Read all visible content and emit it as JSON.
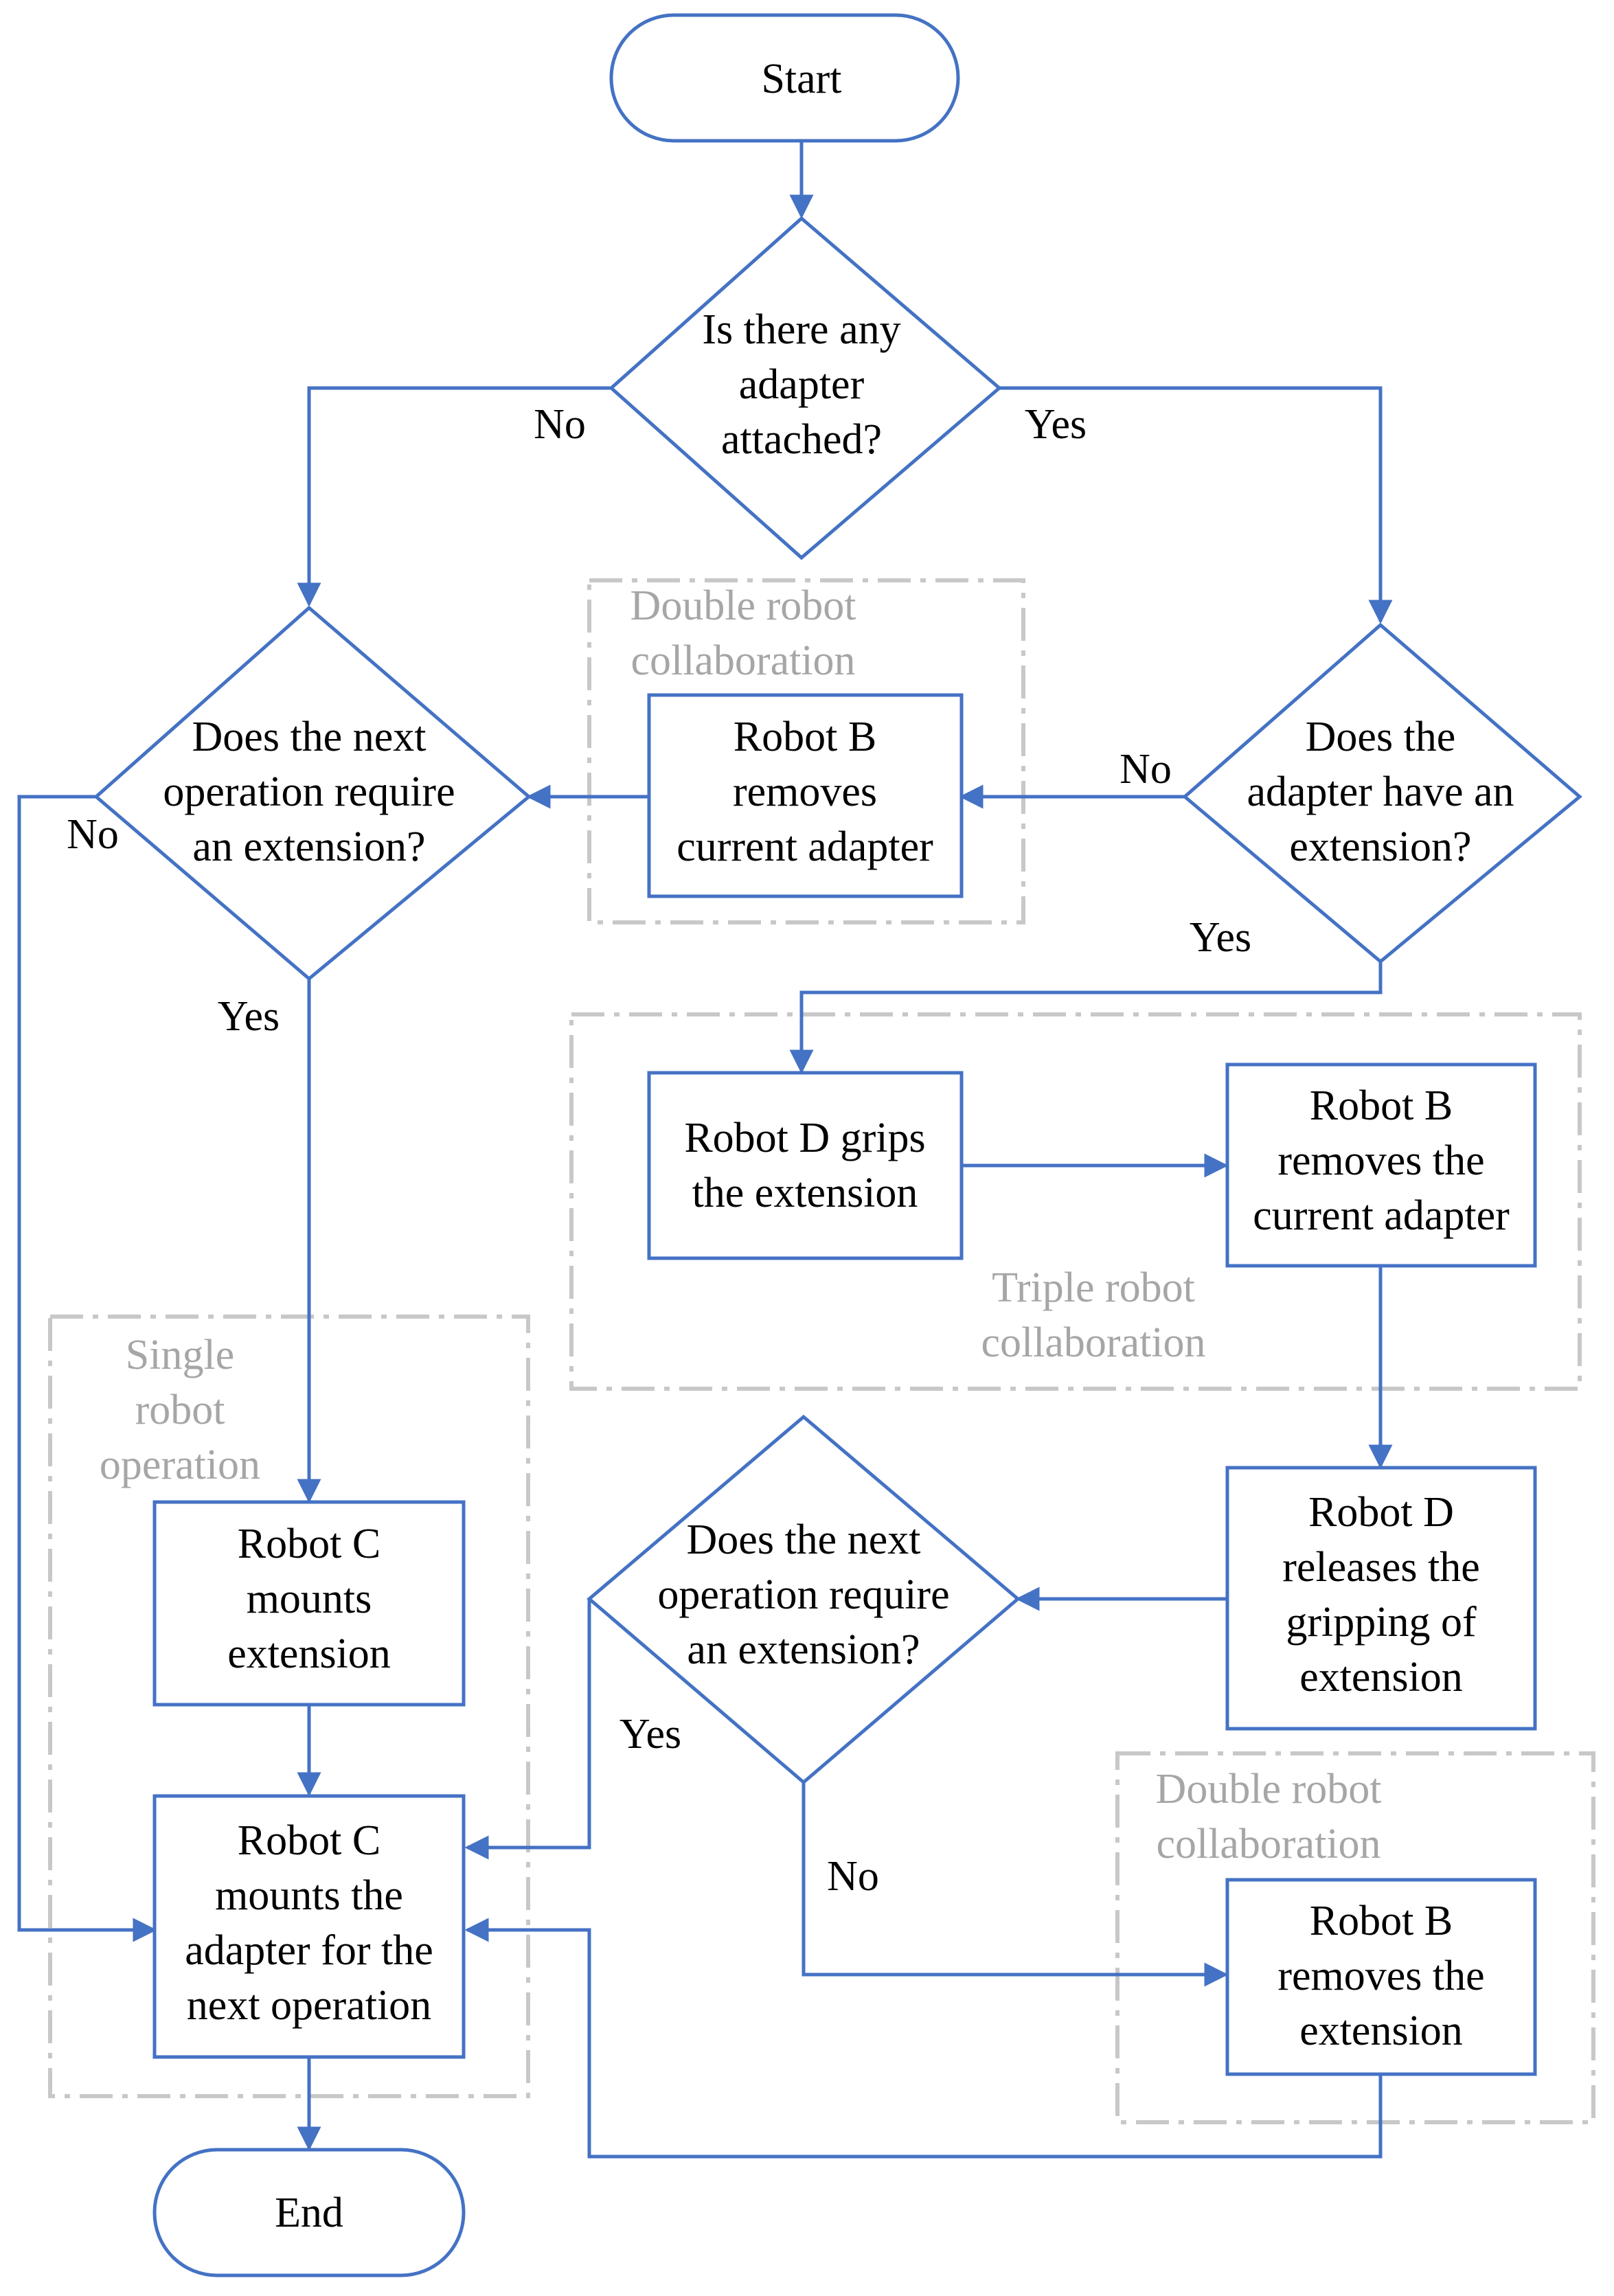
{
  "colors": {
    "shape_stroke": "#4472c4",
    "group_border": "#c8c8c8",
    "group_text": "#a6a6a6",
    "text": "#000000",
    "background": "#ffffff"
  },
  "nodes": {
    "start": {
      "type": "terminal",
      "lines": [
        "Start"
      ]
    },
    "d_any_adapter": {
      "type": "decision",
      "lines": [
        "Is there any",
        "adapter",
        "attached?"
      ]
    },
    "d_next_op_left": {
      "type": "decision",
      "lines": [
        "Does the next",
        "operation require",
        "an extension?"
      ]
    },
    "d_has_extension": {
      "type": "decision",
      "lines": [
        "Does the",
        "adapter have an",
        "extension?"
      ]
    },
    "p_b_removes_current": {
      "type": "process",
      "lines": [
        "Robot B",
        "removes",
        "current adapter"
      ]
    },
    "p_d_grips": {
      "type": "process",
      "lines": [
        "Robot D grips",
        "the extension"
      ]
    },
    "p_b_removes_the_current": {
      "type": "process",
      "lines": [
        "Robot B",
        "removes the",
        "current adapter"
      ]
    },
    "p_d_releases": {
      "type": "process",
      "lines": [
        "Robot D",
        "releases the",
        "gripping of",
        "extension"
      ]
    },
    "d_next_op_mid": {
      "type": "decision",
      "lines": [
        "Does the next",
        "operation require",
        "an extension?"
      ]
    },
    "p_b_removes_extension": {
      "type": "process",
      "lines": [
        "Robot B",
        "removes the",
        "extension"
      ]
    },
    "p_c_mounts_extension": {
      "type": "process",
      "lines": [
        "Robot C",
        "mounts",
        "extension"
      ]
    },
    "p_c_mounts_adapter": {
      "type": "process",
      "lines": [
        "Robot C",
        "mounts the",
        "adapter for the",
        "next operation"
      ]
    },
    "end": {
      "type": "terminal",
      "lines": [
        "End"
      ]
    }
  },
  "groups": {
    "double_top": {
      "lines": [
        "Double robot",
        "collaboration"
      ]
    },
    "triple": {
      "lines": [
        "Triple robot",
        "collaboration"
      ]
    },
    "single": {
      "lines": [
        "Single",
        "robot",
        "operation"
      ]
    },
    "double_bottom": {
      "lines": [
        "Double robot",
        "collaboration"
      ]
    }
  },
  "edges": [
    {
      "id": "e1",
      "from": "start",
      "to": "d_any_adapter",
      "label": ""
    },
    {
      "id": "e2",
      "from": "d_any_adapter",
      "to": "d_next_op_left",
      "label": "No"
    },
    {
      "id": "e3",
      "from": "d_any_adapter",
      "to": "d_has_extension",
      "label": "Yes"
    },
    {
      "id": "e4",
      "from": "d_has_extension",
      "to": "p_b_removes_current",
      "label": "No"
    },
    {
      "id": "e5",
      "from": "p_b_removes_current",
      "to": "d_next_op_left",
      "label": ""
    },
    {
      "id": "e6",
      "from": "d_has_extension",
      "to": "p_d_grips",
      "label": "Yes"
    },
    {
      "id": "e7",
      "from": "p_d_grips",
      "to": "p_b_removes_the_current",
      "label": ""
    },
    {
      "id": "e8",
      "from": "p_b_removes_the_current",
      "to": "p_d_releases",
      "label": ""
    },
    {
      "id": "e9",
      "from": "p_d_releases",
      "to": "d_next_op_mid",
      "label": ""
    },
    {
      "id": "e10",
      "from": "d_next_op_mid",
      "to": "p_c_mounts_adapter",
      "label": "Yes"
    },
    {
      "id": "e11",
      "from": "d_next_op_mid",
      "to": "p_b_removes_extension",
      "label": "No"
    },
    {
      "id": "e12",
      "from": "p_b_removes_extension",
      "to": "p_c_mounts_adapter",
      "label": ""
    },
    {
      "id": "e13",
      "from": "d_next_op_left",
      "to": "p_c_mounts_extension",
      "label": "Yes"
    },
    {
      "id": "e14",
      "from": "d_next_op_left",
      "to": "p_c_mounts_adapter",
      "label": "No"
    },
    {
      "id": "e15",
      "from": "p_c_mounts_extension",
      "to": "p_c_mounts_adapter",
      "label": ""
    },
    {
      "id": "e16",
      "from": "p_c_mounts_adapter",
      "to": "end",
      "label": ""
    }
  ]
}
